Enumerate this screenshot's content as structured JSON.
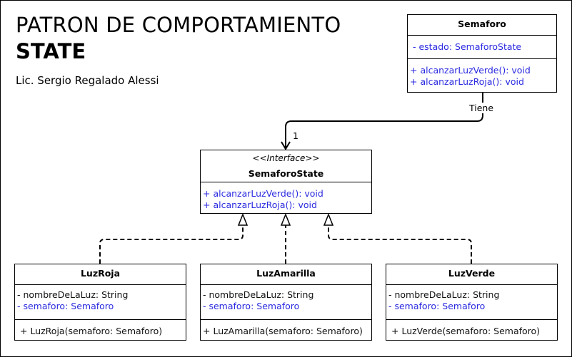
{
  "title": "PATRON DE COMPORTAMIENTO",
  "subtitle": "STATE",
  "author": "Lic. Sergio Regalado Alessi",
  "classes": {
    "semaforo": {
      "name": "Semaforo",
      "attributes": [
        "- estado: SemaforoState"
      ],
      "methods": [
        "+ alcanzarLuzVerde(): void",
        "+ alcanzarLuzRoja(): void"
      ]
    },
    "semaforo_state": {
      "stereotype": "<<Interface>>",
      "name": "SemaforoState",
      "methods": [
        "+ alcanzarLuzVerde(): void",
        "+ alcanzarLuzRoja(): void"
      ]
    },
    "luz_roja": {
      "name": "LuzRoja",
      "attributes": [
        "- nombreDeLaLuz: String",
        "- semaforo: Semaforo"
      ],
      "methods": [
        "+ LuzRoja(semaforo: Semaforo)"
      ]
    },
    "luz_amarilla": {
      "name": "LuzAmarilla",
      "attributes": [
        "- nombreDeLaLuz: String",
        "- semaforo: Semaforo"
      ],
      "methods": [
        "+ LuzAmarilla(semaforo: Semaforo)"
      ]
    },
    "luz_verde": {
      "name": "LuzVerde",
      "attributes": [
        "- nombreDeLaLuz: String",
        "- semaforo: Semaforo"
      ],
      "methods": [
        "+ LuzVerde(semaforo: Semaforo)"
      ]
    }
  },
  "association": {
    "label": "Tiene",
    "multiplicity": "1"
  },
  "colors": {
    "member_text": "#2a2ae0",
    "line": "#000000"
  }
}
